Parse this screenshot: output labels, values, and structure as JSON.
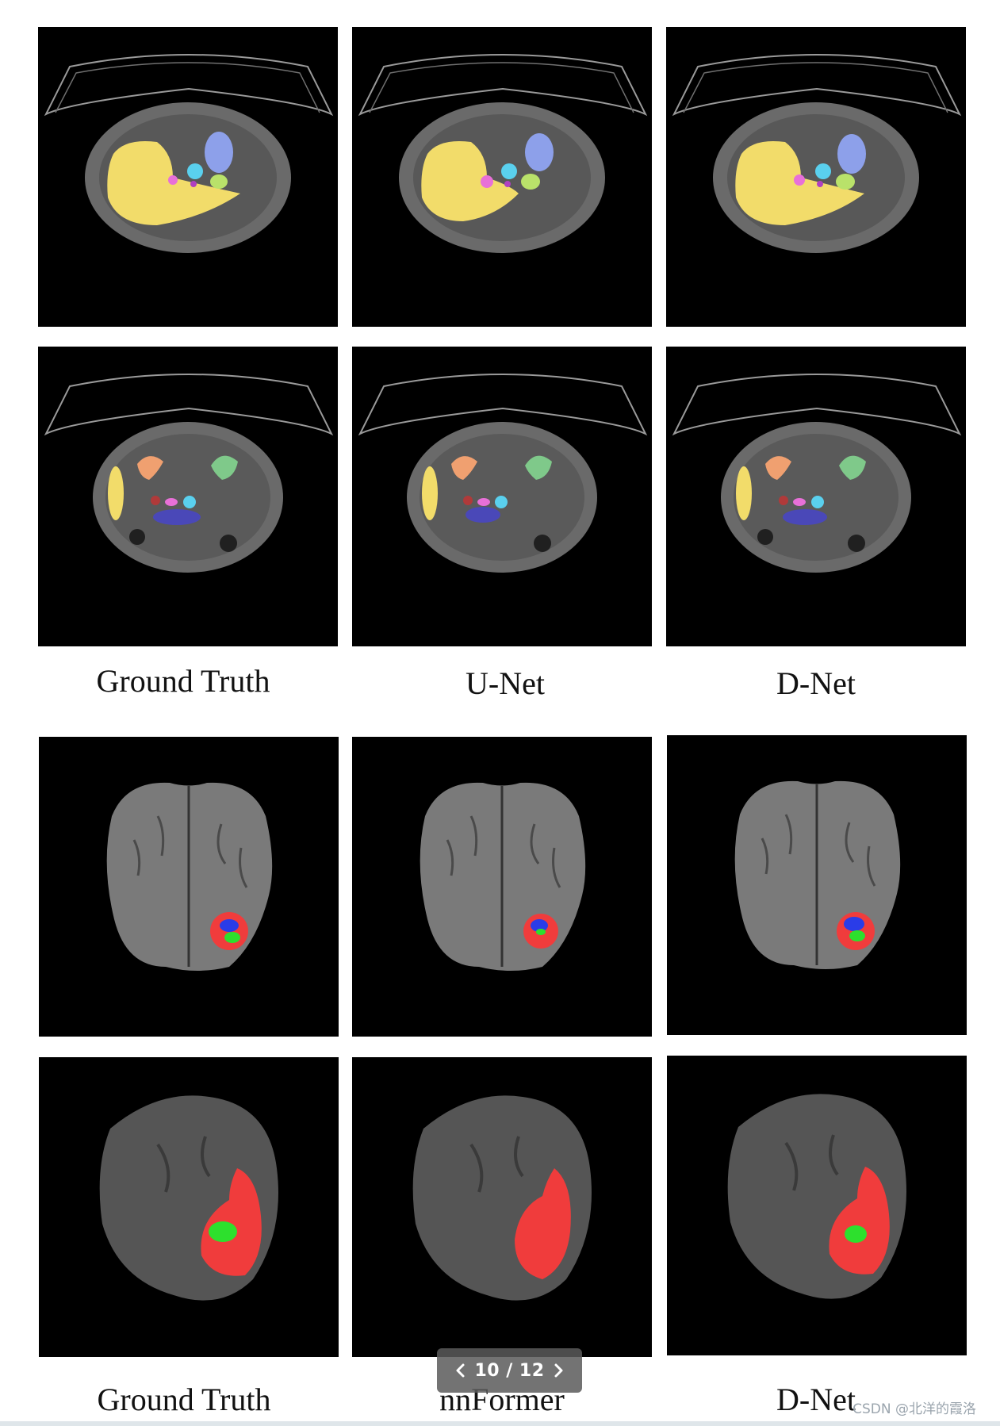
{
  "figure_a": {
    "captions": [
      "Ground Truth",
      "U-Net",
      "D-Net"
    ]
  },
  "figure_b": {
    "captions": [
      "Ground Truth",
      "nnFormer",
      "D-Net"
    ]
  },
  "pager": {
    "label": "10 / 12",
    "prev_icon": "chevron-left-icon",
    "next_icon": "chevron-right-icon"
  },
  "watermark": "CSDN @北洋的霞洛",
  "colors": {
    "liver": "#f2dc6a",
    "kidney_left": "#f0a070",
    "kidney_right": "#7fc98a",
    "spleen_blue": "#8da0ea",
    "aorta": "#5ad0ee",
    "pink": "#e870d8",
    "tumor_red": "#f03c3c",
    "edema_green": "#2de02d",
    "enhancing_blue": "#2a3ce8"
  }
}
